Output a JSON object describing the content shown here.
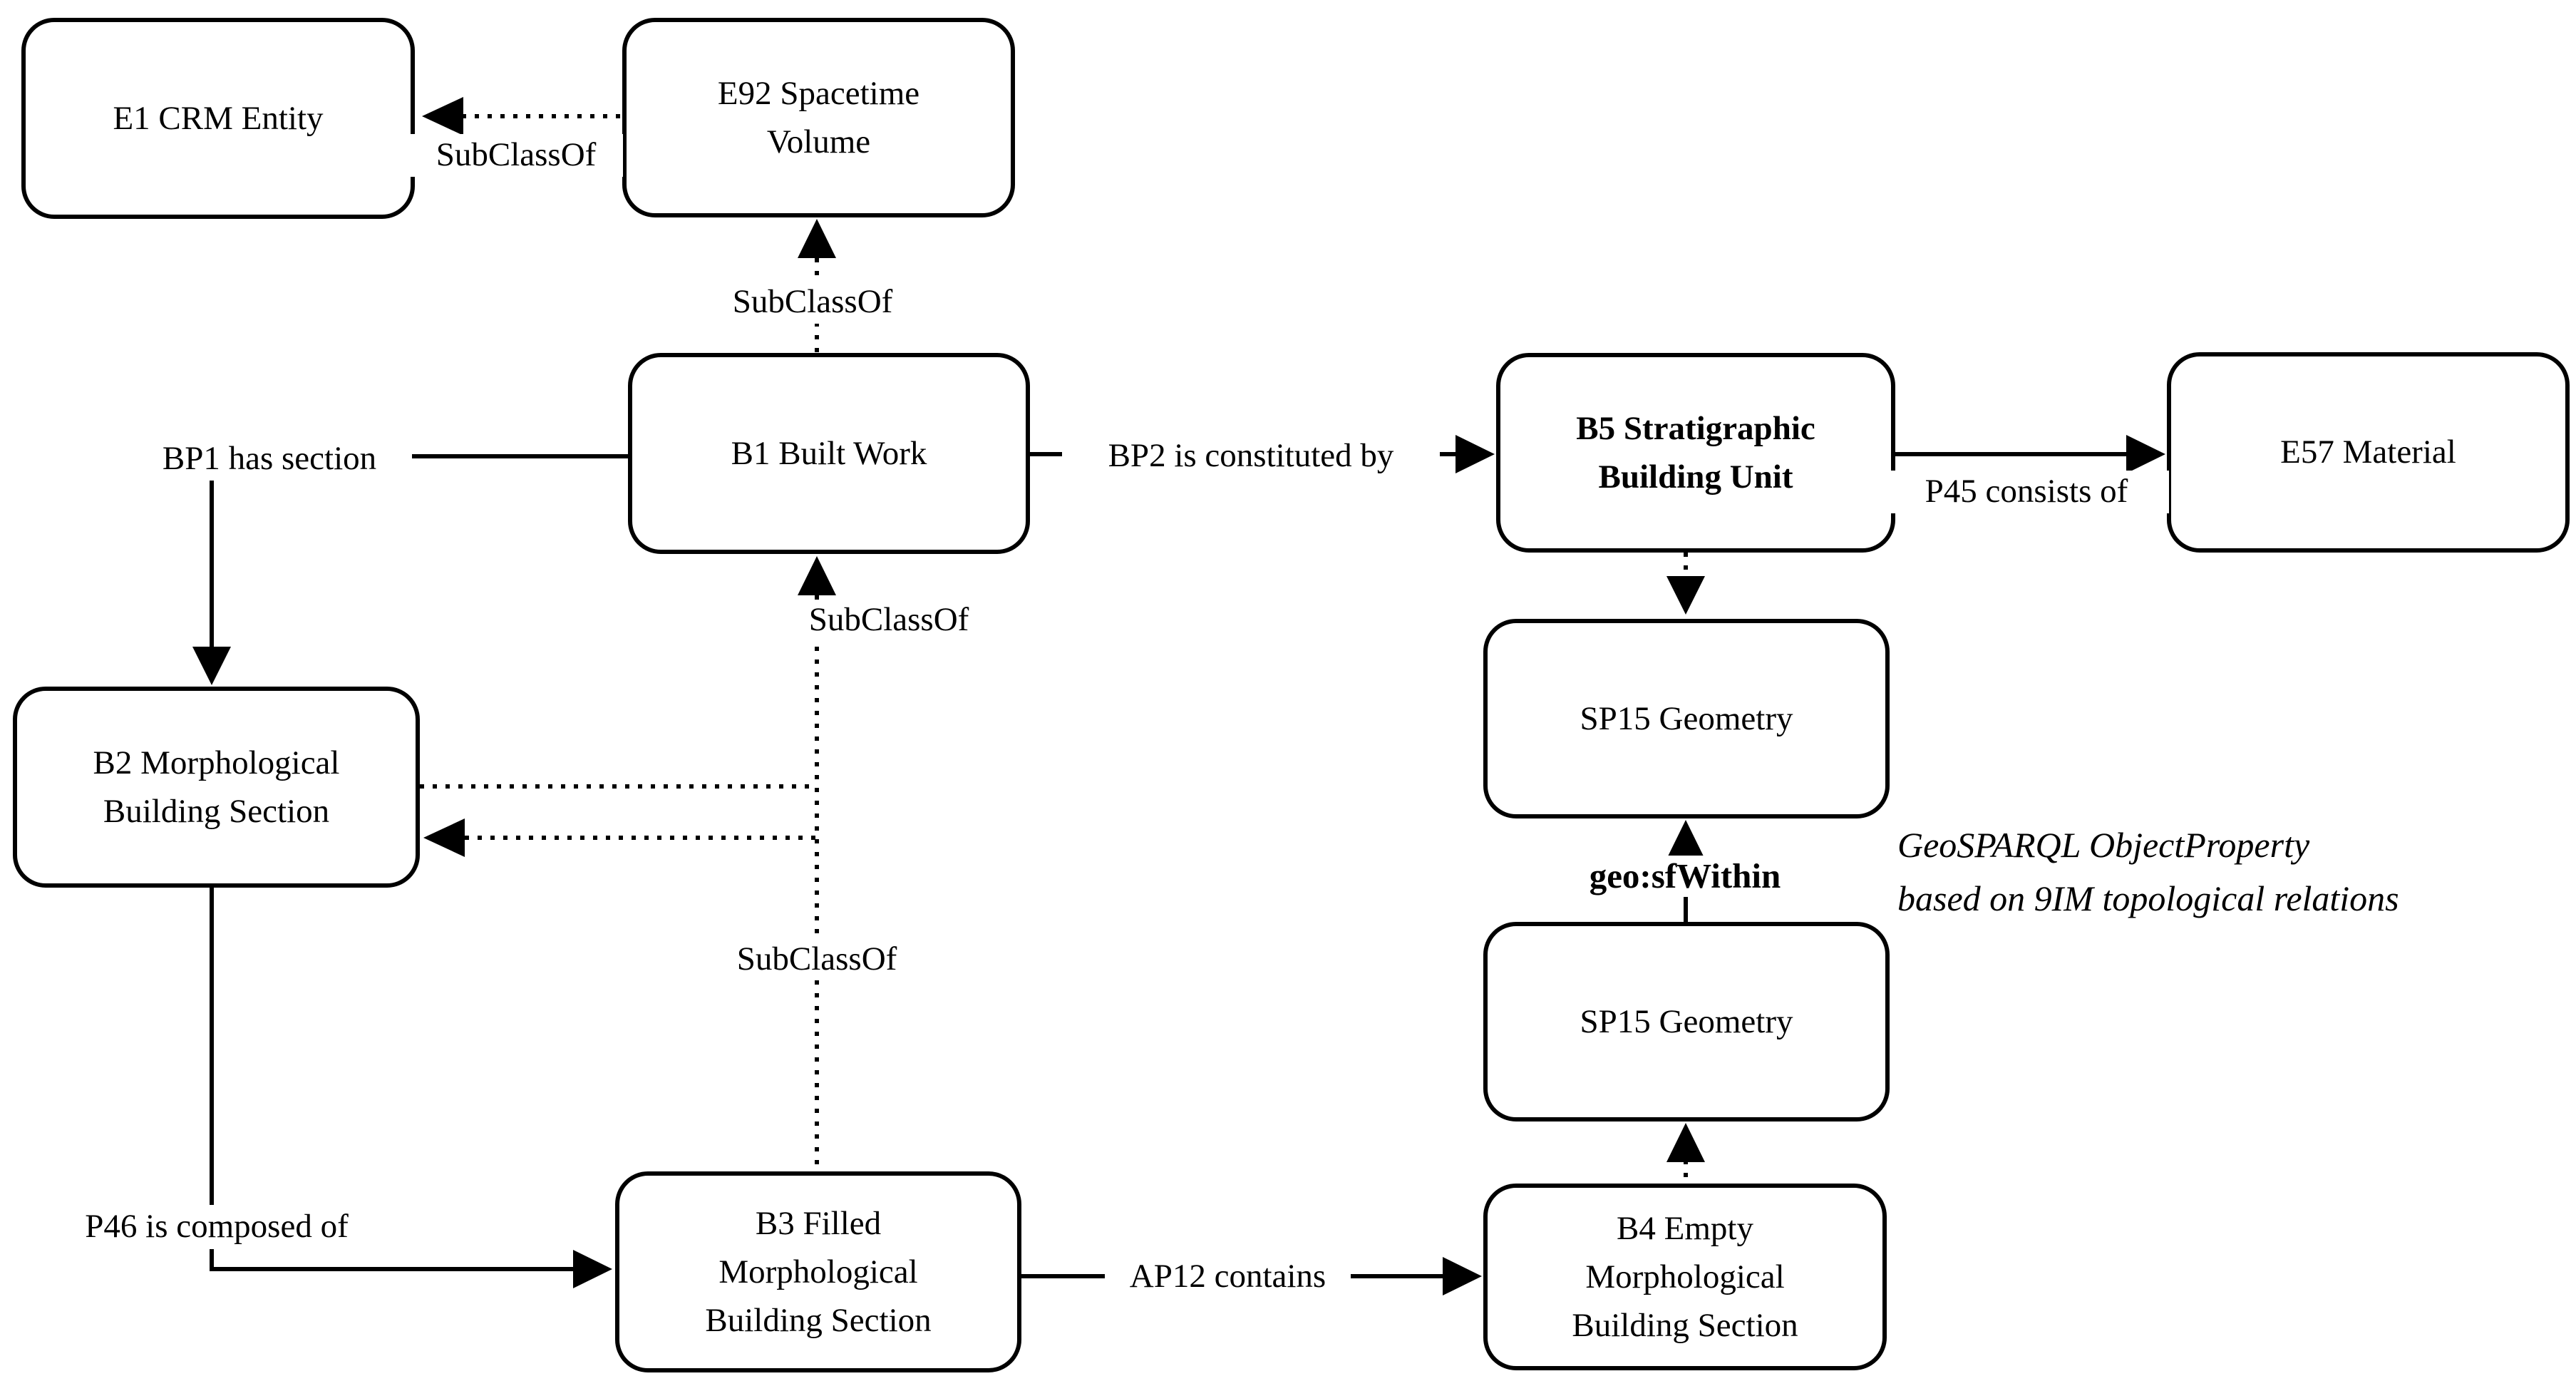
{
  "diagram": {
    "type": "ontology-class-diagram",
    "colors": {
      "line": "#000000",
      "background": "#ffffff",
      "text": "#000000"
    },
    "nodes": {
      "e1": {
        "id": "E1",
        "label": "E1 CRM Entity"
      },
      "e92": {
        "id": "E92",
        "label": "E92 Spacetime\nVolume"
      },
      "b1": {
        "id": "B1",
        "label": "B1 Built Work"
      },
      "b5": {
        "id": "B5",
        "label": "B5 Stratigraphic\nBuilding Unit"
      },
      "e57": {
        "id": "E57",
        "label": "E57 Material"
      },
      "b2": {
        "id": "B2",
        "label": "B2 Morphological\nBuilding Section"
      },
      "sp15_upper": {
        "id": "SP15",
        "label": "SP15 Geometry"
      },
      "sp15_lower": {
        "id": "SP15",
        "label": "SP15 Geometry"
      },
      "b3": {
        "id": "B3",
        "label": "B3 Filled\nMorphological\nBuilding Section"
      },
      "b4": {
        "id": "B4",
        "label": "B4 Empty\nMorphological\nBuilding Section"
      }
    },
    "edges": {
      "subclass_e92_e1": {
        "label": "SubClassOf",
        "from": "E92 Spacetime Volume",
        "to": "E1 CRM Entity",
        "style": "dotted"
      },
      "subclass_b1_e92": {
        "label": "SubClassOf",
        "from": "B1 Built Work",
        "to": "E92 Spacetime Volume",
        "style": "dotted"
      },
      "subclass_b2_b1": {
        "label": "SubClassOf",
        "from": "B2 Morphological Building Section",
        "to": "B1 Built Work",
        "style": "dotted"
      },
      "subclass_b3_b2": {
        "label": "SubClassOf",
        "from": "B3 Filled Morphological Building Section",
        "to": "B2 Morphological Building Section",
        "style": "dotted"
      },
      "bp1": {
        "label": "BP1 has section",
        "from": "B1 Built Work",
        "to": "B2 Morphological Building Section",
        "style": "solid"
      },
      "bp2": {
        "label": "BP2 is constituted by",
        "from": "B1 Built Work",
        "to": "B5 Stratigraphic Building Unit",
        "style": "solid"
      },
      "p45": {
        "label": "P45 consists of",
        "from": "B5 Stratigraphic Building Unit",
        "to": "E57 Material",
        "style": "solid"
      },
      "p46": {
        "label": "P46 is composed of",
        "from": "B2 Morphological Building Section",
        "to": "B3 Filled Morphological Building Section",
        "style": "solid"
      },
      "ap12": {
        "label": "AP12 contains",
        "from": "B3 Filled Morphological Building Section",
        "to": "B4 Empty Morphological Building Section",
        "style": "solid"
      },
      "geo": {
        "label": "geo:sfWithin",
        "from": "SP15 Geometry (lower)",
        "to": "SP15 Geometry (upper)",
        "style": "solid"
      },
      "b5_geom": {
        "label": "",
        "from": "B5 Stratigraphic Building Unit",
        "to": "SP15 Geometry (upper)",
        "style": "dotted"
      },
      "b4_geom": {
        "label": "",
        "from": "B4 Empty Morphological Building Section",
        "to": "SP15 Geometry (lower)",
        "style": "dotted"
      }
    },
    "annotation": {
      "text": "GeoSPARQL ObjectProperty\nbased on 9IM topological relations"
    }
  }
}
